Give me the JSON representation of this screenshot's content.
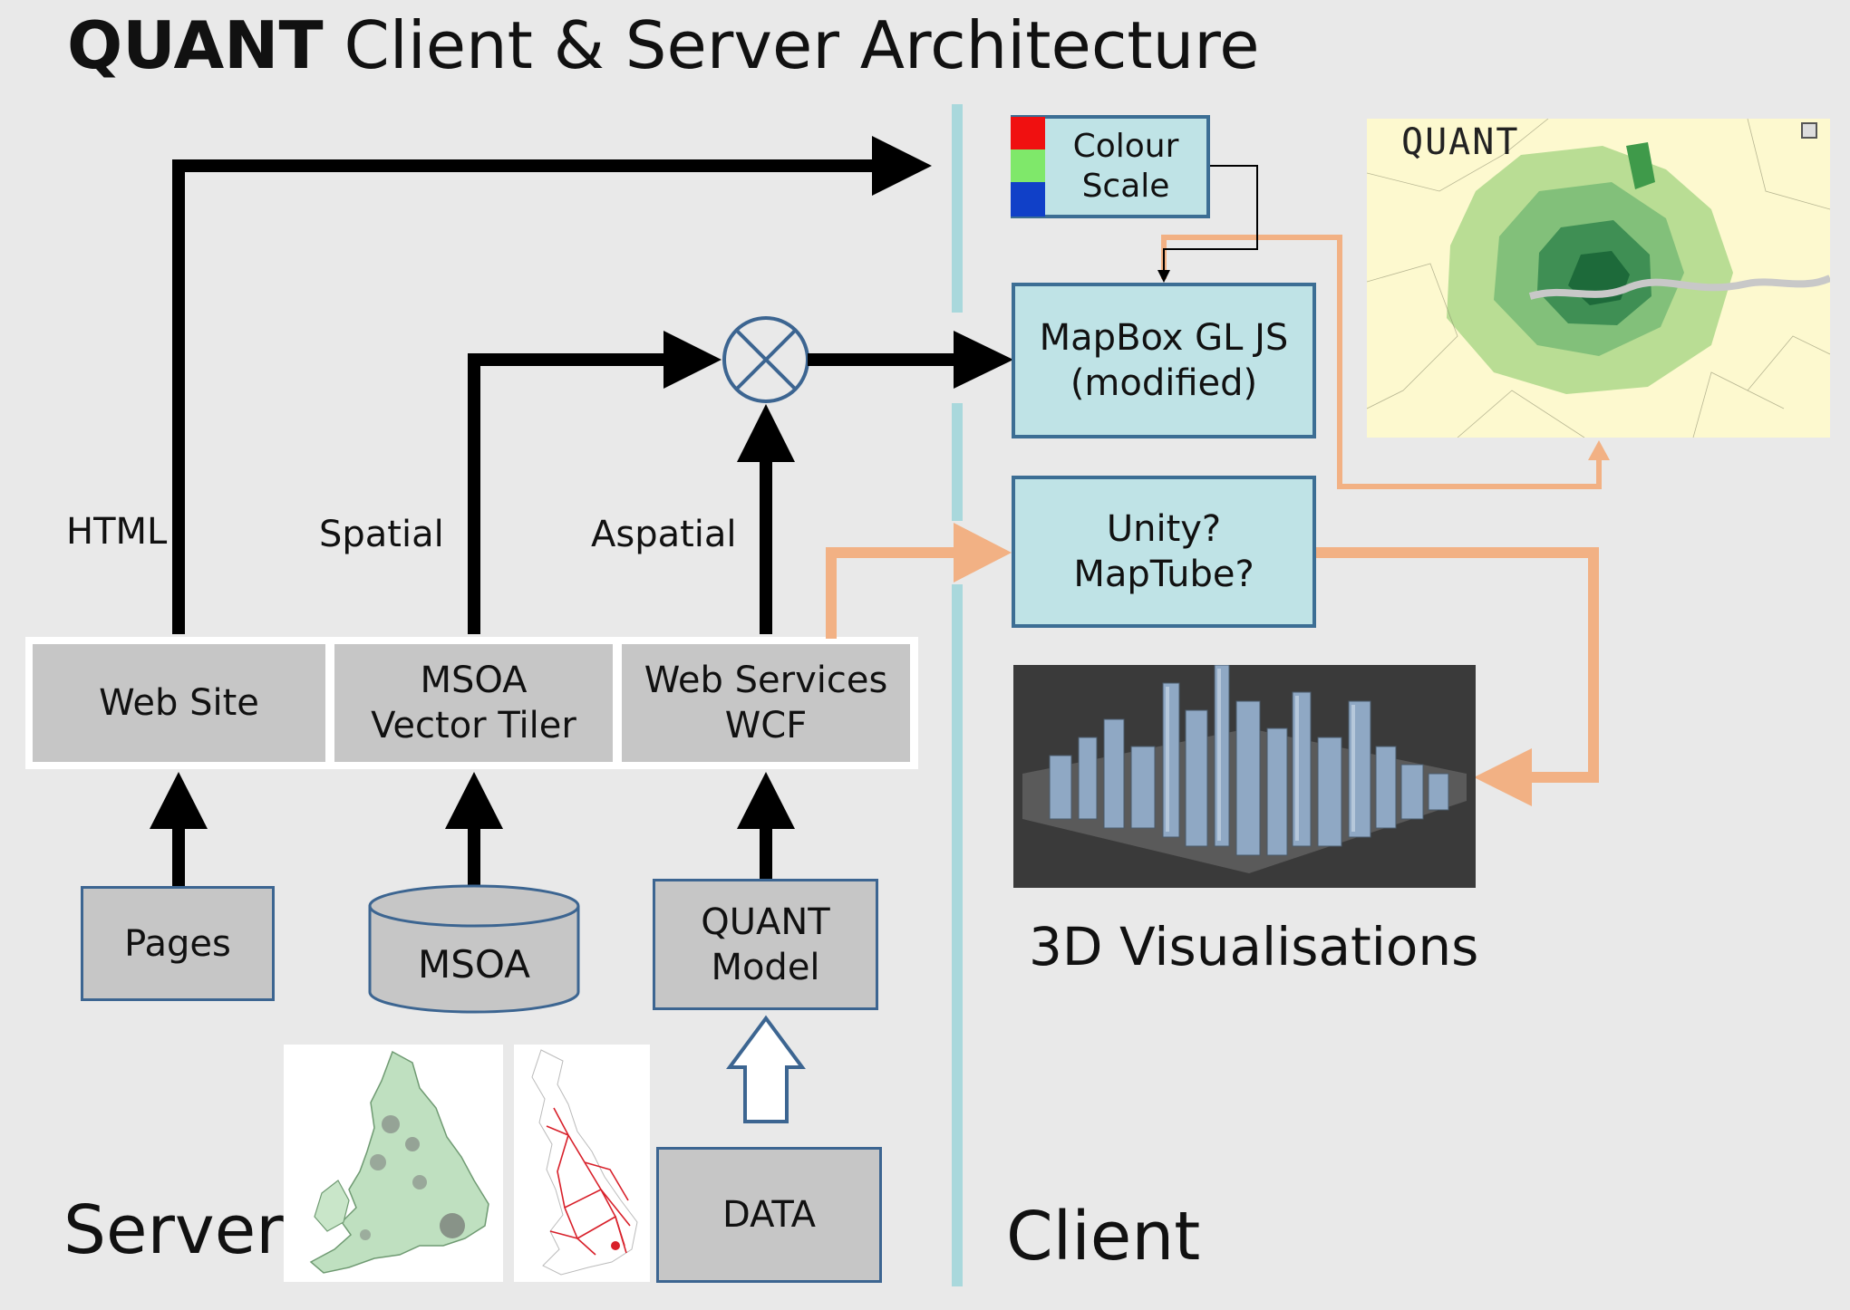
{
  "title": {
    "bold": "QUANT",
    "rest": " Client & Server Architecture"
  },
  "server_label": "Server",
  "client_label": "Client",
  "arrow_labels": {
    "html": "HTML",
    "spatial": "Spatial",
    "aspatial": "Aspatial"
  },
  "server_tiles": {
    "web_site": "Web Site",
    "vector_tiler_line1": "MSOA",
    "vector_tiler_line2": "Vector Tiler",
    "web_services_line1": "Web Services",
    "web_services_line2": "WCF"
  },
  "sources": {
    "pages": "Pages",
    "msoa": "MSOA",
    "model_line1": "QUANT",
    "model_line2": "Model",
    "data": "DATA"
  },
  "client_boxes": {
    "colour_line1": "Colour",
    "colour_line2": "Scale",
    "mapbox_line1": "MapBox GL JS",
    "mapbox_line2": "(modified)",
    "unity_line1": "Unity?",
    "unity_line2": "MapTube?"
  },
  "visualisations_label": "3D Visualisations",
  "map_thumb_logo": "QUANT",
  "colors": {
    "background": "#e9e9e9",
    "gray_box": "#c6c6c6",
    "teal_box": "#bfe3e6",
    "box_border": "#3c6591",
    "divider": "#a9d8dc",
    "orange_connector": "#f2b184",
    "arrow": "#000000",
    "swatch_red": "#f01010",
    "swatch_green": "#7fe86a",
    "swatch_blue": "#1040c8"
  },
  "icons": {
    "combiner": "circle-cross-icon",
    "hollow_arrow": "hollow-up-arrow-icon"
  }
}
